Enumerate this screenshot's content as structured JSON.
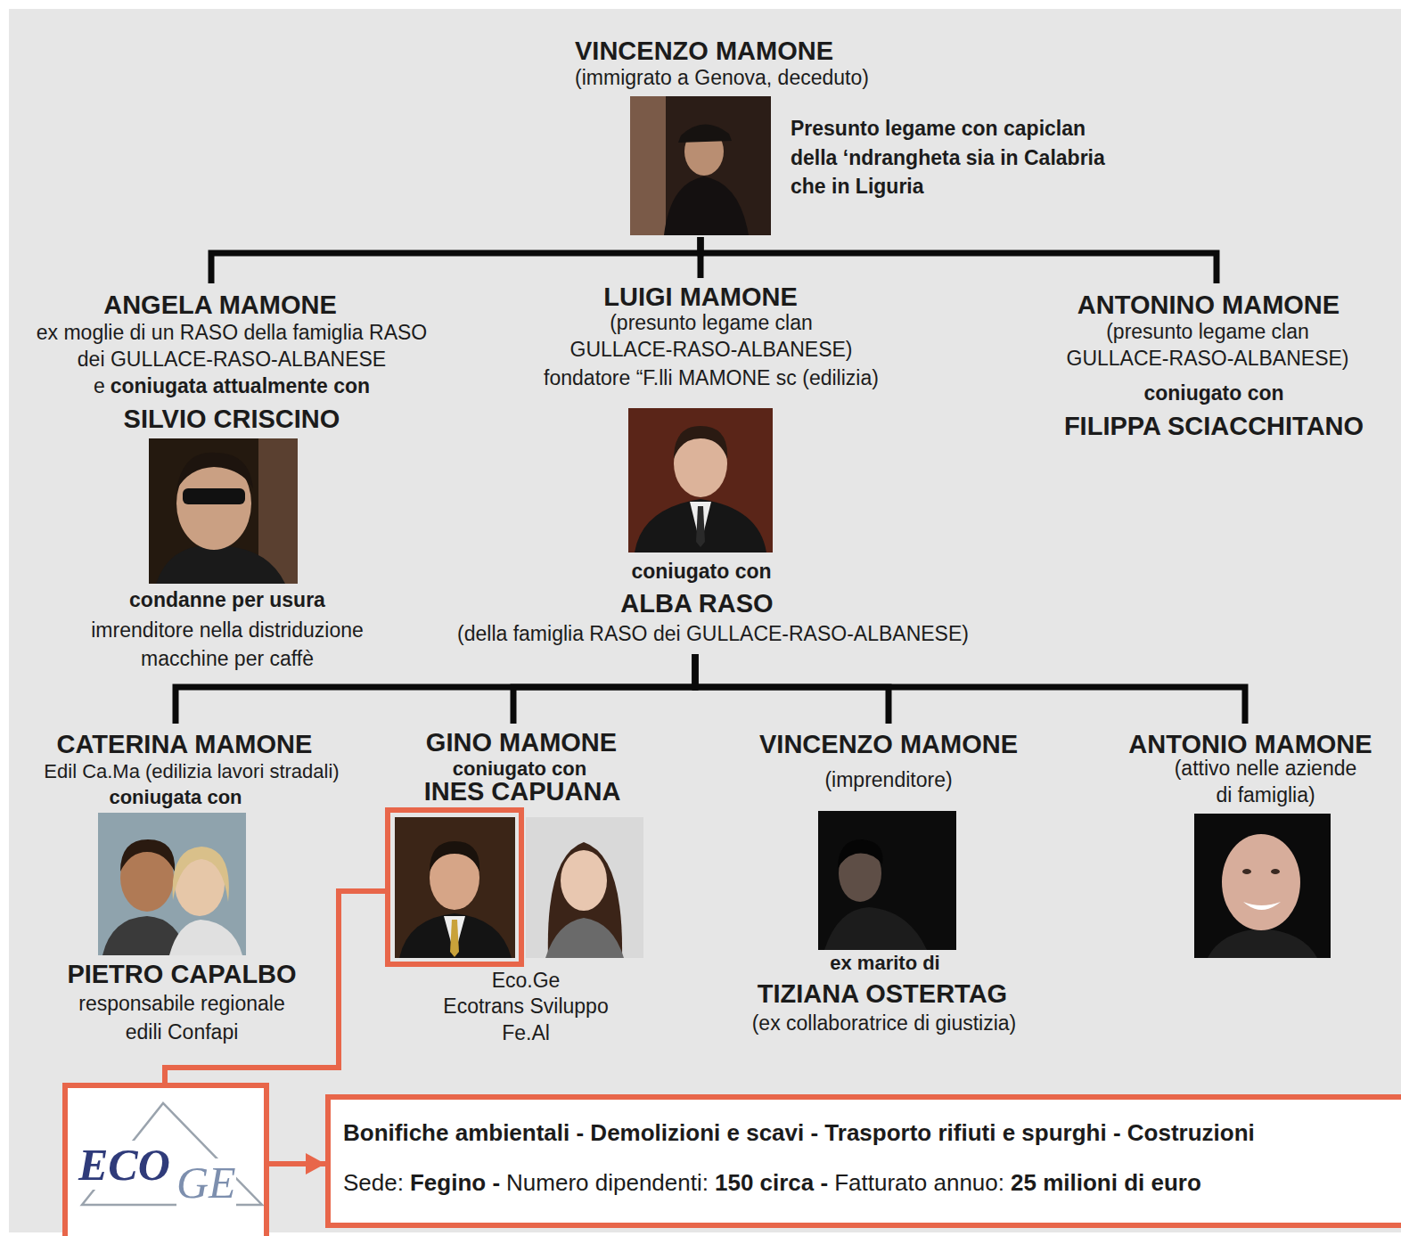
{
  "diagram": {
    "nodes": [
      {
        "text": [
          "VINCENZO MAMONE",
          "(immigrato a Genova, deceduto)",
          "Presunto legame con capiclan della ‘ndrangheta sia in Calabria che in Liguria"
        ]
      },
      {
        "text": [
          "ANGELA MAMONE",
          "ex moglie di un RASO della famiglia RASO dei GULLACE-RASO-ALBANESE",
          "e",
          "coniugata attualmente con",
          "SILVIO CRISCINO",
          "condanne per usura",
          "imrenditore nella distriduzione macchine per caffè"
        ]
      },
      {
        "text": [
          "LUIGI MAMONE",
          "(presunto legame clan GULLACE-RASO-ALBANESE)",
          "fondatore “F.lli MAMONE sc (edilizia)",
          "coniugato con",
          "ALBA RASO",
          "(della famiglia RASO dei GULLACE-RASO-ALBANESE)"
        ]
      },
      {
        "text": [
          "ANTONINO MAMONE",
          "(presunto legame clan GULLACE-RASO-ALBANESE)",
          "coniugato con",
          "FILIPPA SCIACCHITANO"
        ]
      },
      {
        "text": [
          "CATERINA MAMONE",
          "Edil Ca.Ma (edilizia lavori stradali)",
          "coniugata con",
          "PIETRO CAPALBO",
          "responsabile regionale edili Confapi"
        ]
      },
      {
        "text": [
          "GINO MAMONE",
          "coniugato con",
          "INES CAPUANA",
          "Eco.Ge",
          "Ecotrans Sviluppo",
          "Fe.Al"
        ]
      },
      {
        "text": [
          "VINCENZO MAMONE",
          "(imprenditore)",
          "ex marito di",
          "TIZIANA OSTERTAG",
          "(ex collaboratrice di giustizia)"
        ]
      },
      {
        "text": [
          "ANTONIO MAMONE",
          "(attivo nelle aziende di famiglia)"
        ]
      },
      {
        "text": [
          "ECO",
          "GE"
        ]
      },
      {
        "text": [
          "Bonifiche ambientali - Demolizioni e scavi - Trasporto rifiuti e spurghi - Costruzioni",
          "Sede:",
          "Fegino -",
          "Numero dipendenti:",
          "150 circa -",
          "Fatturato annuo:",
          "25 milioni di euro"
        ]
      }
    ],
    "edges": [
      {
        "from": 0,
        "to": 1,
        "arrow": "none"
      },
      {
        "from": 0,
        "to": 2,
        "arrow": "none"
      },
      {
        "from": 0,
        "to": 3,
        "arrow": "none"
      },
      {
        "from": 2,
        "to": 4,
        "arrow": "none"
      },
      {
        "from": 2,
        "to": 5,
        "arrow": "none"
      },
      {
        "from": 2,
        "to": 6,
        "arrow": "none"
      },
      {
        "from": 2,
        "to": 7,
        "arrow": "none"
      },
      {
        "from": 5,
        "to": 8,
        "arrow": "none"
      },
      {
        "from": 8,
        "to": 9,
        "arrow": "to"
      }
    ]
  }
}
